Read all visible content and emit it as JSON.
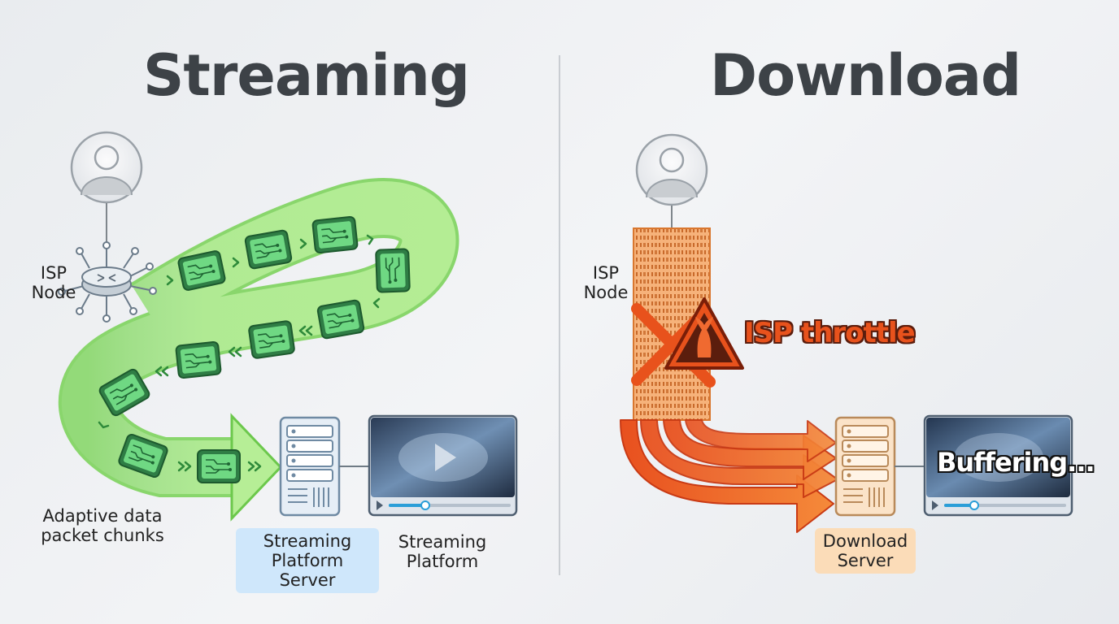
{
  "left": {
    "title": "Streaming",
    "isp_label_line1": "ISP",
    "isp_label_line2": "Node",
    "chunks_label_line1": "Adaptive data",
    "chunks_label_line2": "packet chunks",
    "server_label_line1": "Streaming",
    "server_label_line2": "Platform Server",
    "platform_label_line1": "Streaming",
    "platform_label_line2": "Platform",
    "accent_color": "#5fcf4f",
    "server_badge_color": "#cfe7fb"
  },
  "right": {
    "title": "Download",
    "isp_label_line1": "ISP",
    "isp_label_line2": "Node",
    "throttle_label": "ISP throttle",
    "buffer_text": "Buffering...",
    "server_label_line1": "Download",
    "server_label_line2": "Server",
    "accent_color": "#f07a2e",
    "server_badge_color": "#fbdcb8"
  },
  "icons": [
    "user-avatar-icon",
    "router-icon",
    "data-chunk-icon",
    "server-rack-icon",
    "video-player-icon",
    "play-icon",
    "warning-icon",
    "throttle-cross-icon"
  ]
}
